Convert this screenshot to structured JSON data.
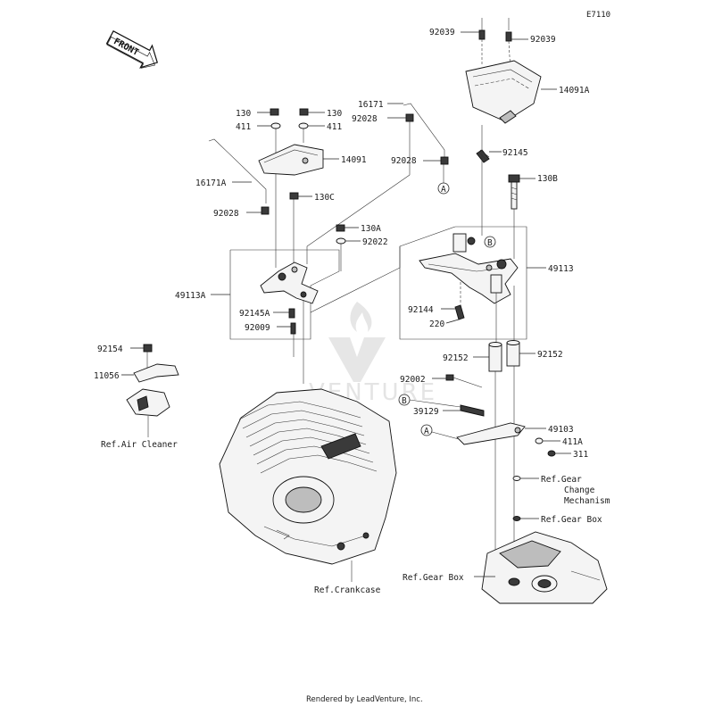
{
  "diagram_code": "E7110",
  "front_label": "FRONT",
  "watermark": "VENTURE",
  "footer": "Rendered by LeadVenture, Inc.",
  "part_labels": {
    "p92039_left": "92039",
    "p92039_right": "92039",
    "p14091A": "14091A",
    "p16171_top": "16171",
    "p92028_a": "92028",
    "p92028_b": "92028",
    "p92145": "92145",
    "p130B": "130B",
    "p130_left": "130",
    "p130_right": "130",
    "p411_left": "411",
    "p411_right": "411",
    "p14091": "14091",
    "p16171A": "16171A",
    "p130C": "130C",
    "p92028_c": "92028",
    "p130A": "130A",
    "p92022": "92022",
    "p49113": "49113",
    "p49113A": "49113A",
    "p92144": "92144",
    "p220": "220",
    "p92145A": "92145A",
    "p92009": "92009",
    "p92154": "92154",
    "p11056": "11056",
    "p92152_left": "92152",
    "p92152_right": "92152",
    "p92002": "92002",
    "p39129": "39129",
    "p49103": "49103",
    "p411A": "411A",
    "p311": "311"
  },
  "callouts": {
    "a1": "A",
    "a2": "A",
    "b1": "B",
    "b2": "B"
  },
  "refs": {
    "air_cleaner": "Ref.Air Cleaner",
    "gear_change_1": "Ref.Gear",
    "gear_change_2": "Change",
    "gear_change_3": "Mechanism",
    "gear_box_right": "Ref.Gear Box",
    "gear_box_left": "Ref.Gear Box",
    "crankcase": "Ref.Crankcase"
  }
}
